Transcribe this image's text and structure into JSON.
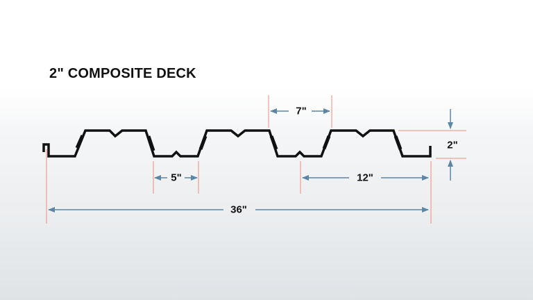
{
  "title": "2\" COMPOSITE DECK",
  "colors": {
    "profile": "#111111",
    "extension_lines": "#f08c78",
    "dimension_arrows": "#5b86a6",
    "text": "#111111"
  },
  "dimensions": {
    "rib_top_width": "7\"",
    "rib_bottom_width": "5\"",
    "rib_pitch": "12\"",
    "deck_depth": "2\"",
    "coverage_width": "36\""
  },
  "icons": {
    "arrow_left": "arrow-left-icon",
    "arrow_right": "arrow-right-icon",
    "arrow_down": "arrow-down-icon",
    "arrow_up": "arrow-up-icon"
  }
}
